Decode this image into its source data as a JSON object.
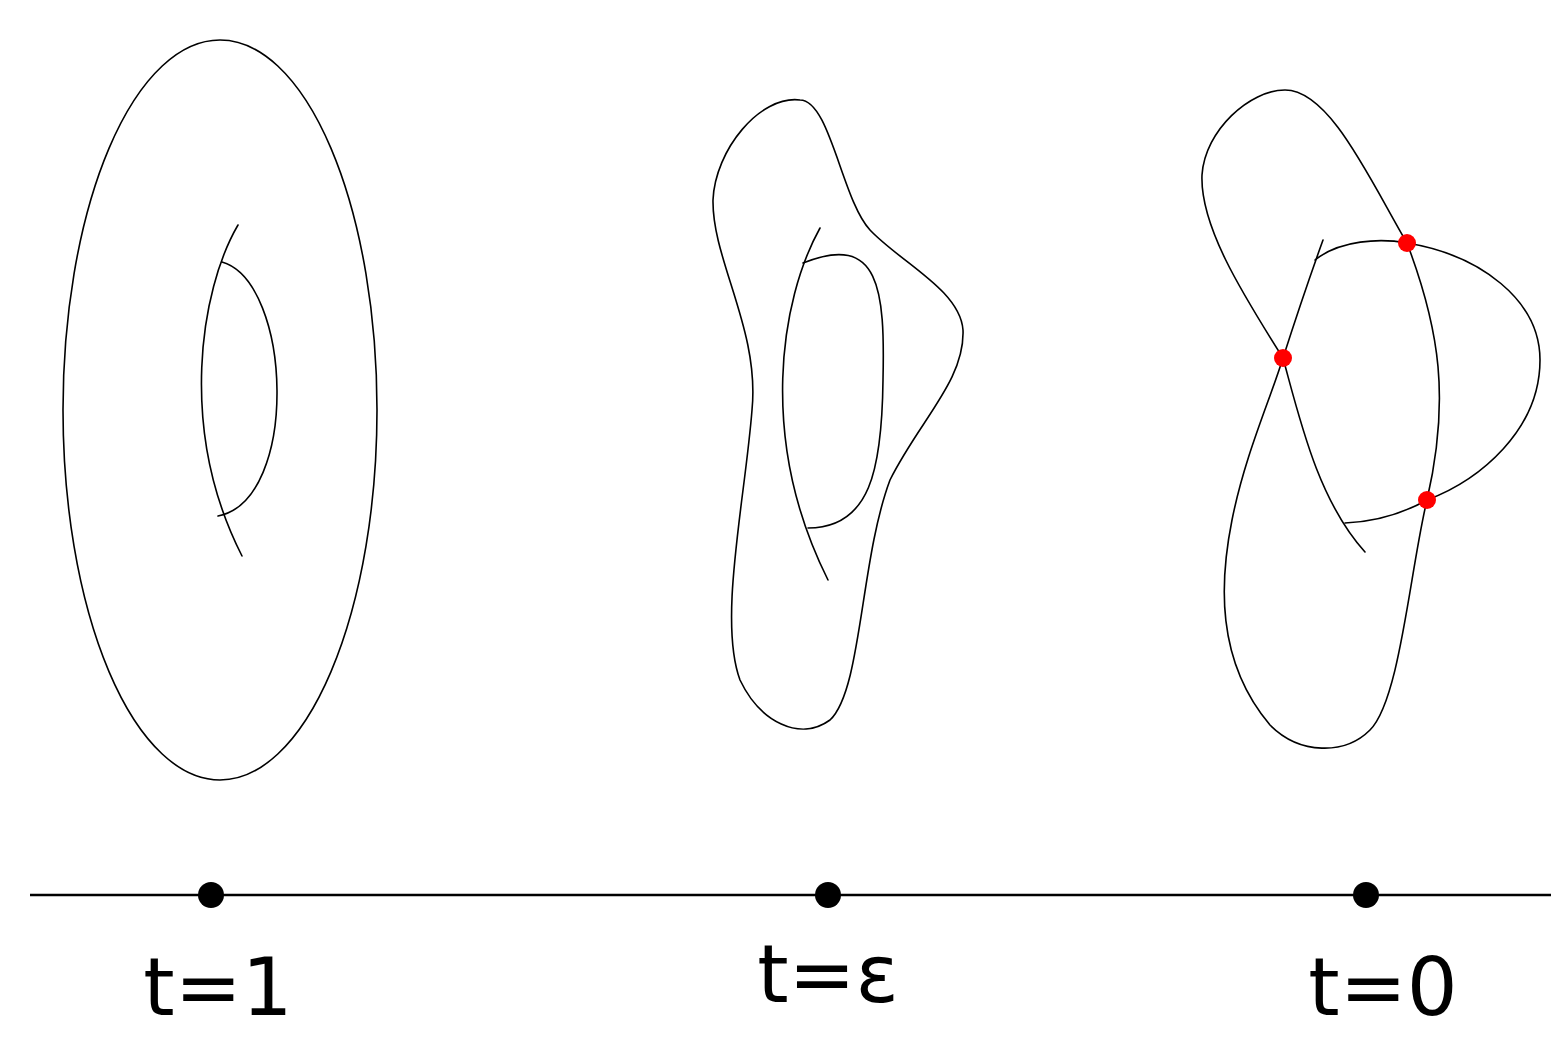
{
  "diagram": {
    "labels": [
      "t=1",
      "t=ε",
      "t=0"
    ]
  }
}
